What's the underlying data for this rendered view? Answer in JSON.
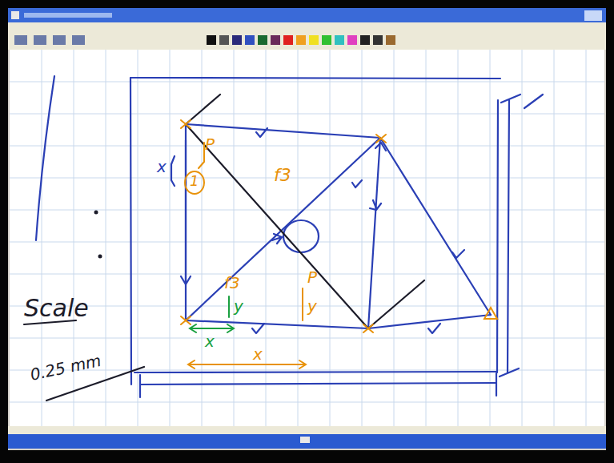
{
  "diagram": {
    "labels": [
      "x",
      "1",
      "P",
      "f3",
      "f3",
      "y",
      "x",
      "P",
      "y",
      "x",
      "Scale",
      "0.25 mm"
    ]
  }
}
